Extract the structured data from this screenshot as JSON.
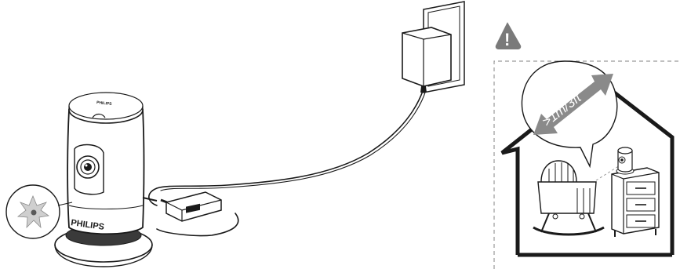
{
  "camera": {
    "brand": "PHILIPS",
    "top_logo": "PHILIPS"
  },
  "warning": {
    "symbol": "!",
    "distance_label": ">1m/3ft"
  },
  "colors": {
    "line": "#1a1a1a",
    "gray_arrow": "#8a8a8a",
    "warning_fill": "#7a7a7a",
    "status_light_fill": "#cfcfcf",
    "dashed_border": "#9a9a9a"
  }
}
